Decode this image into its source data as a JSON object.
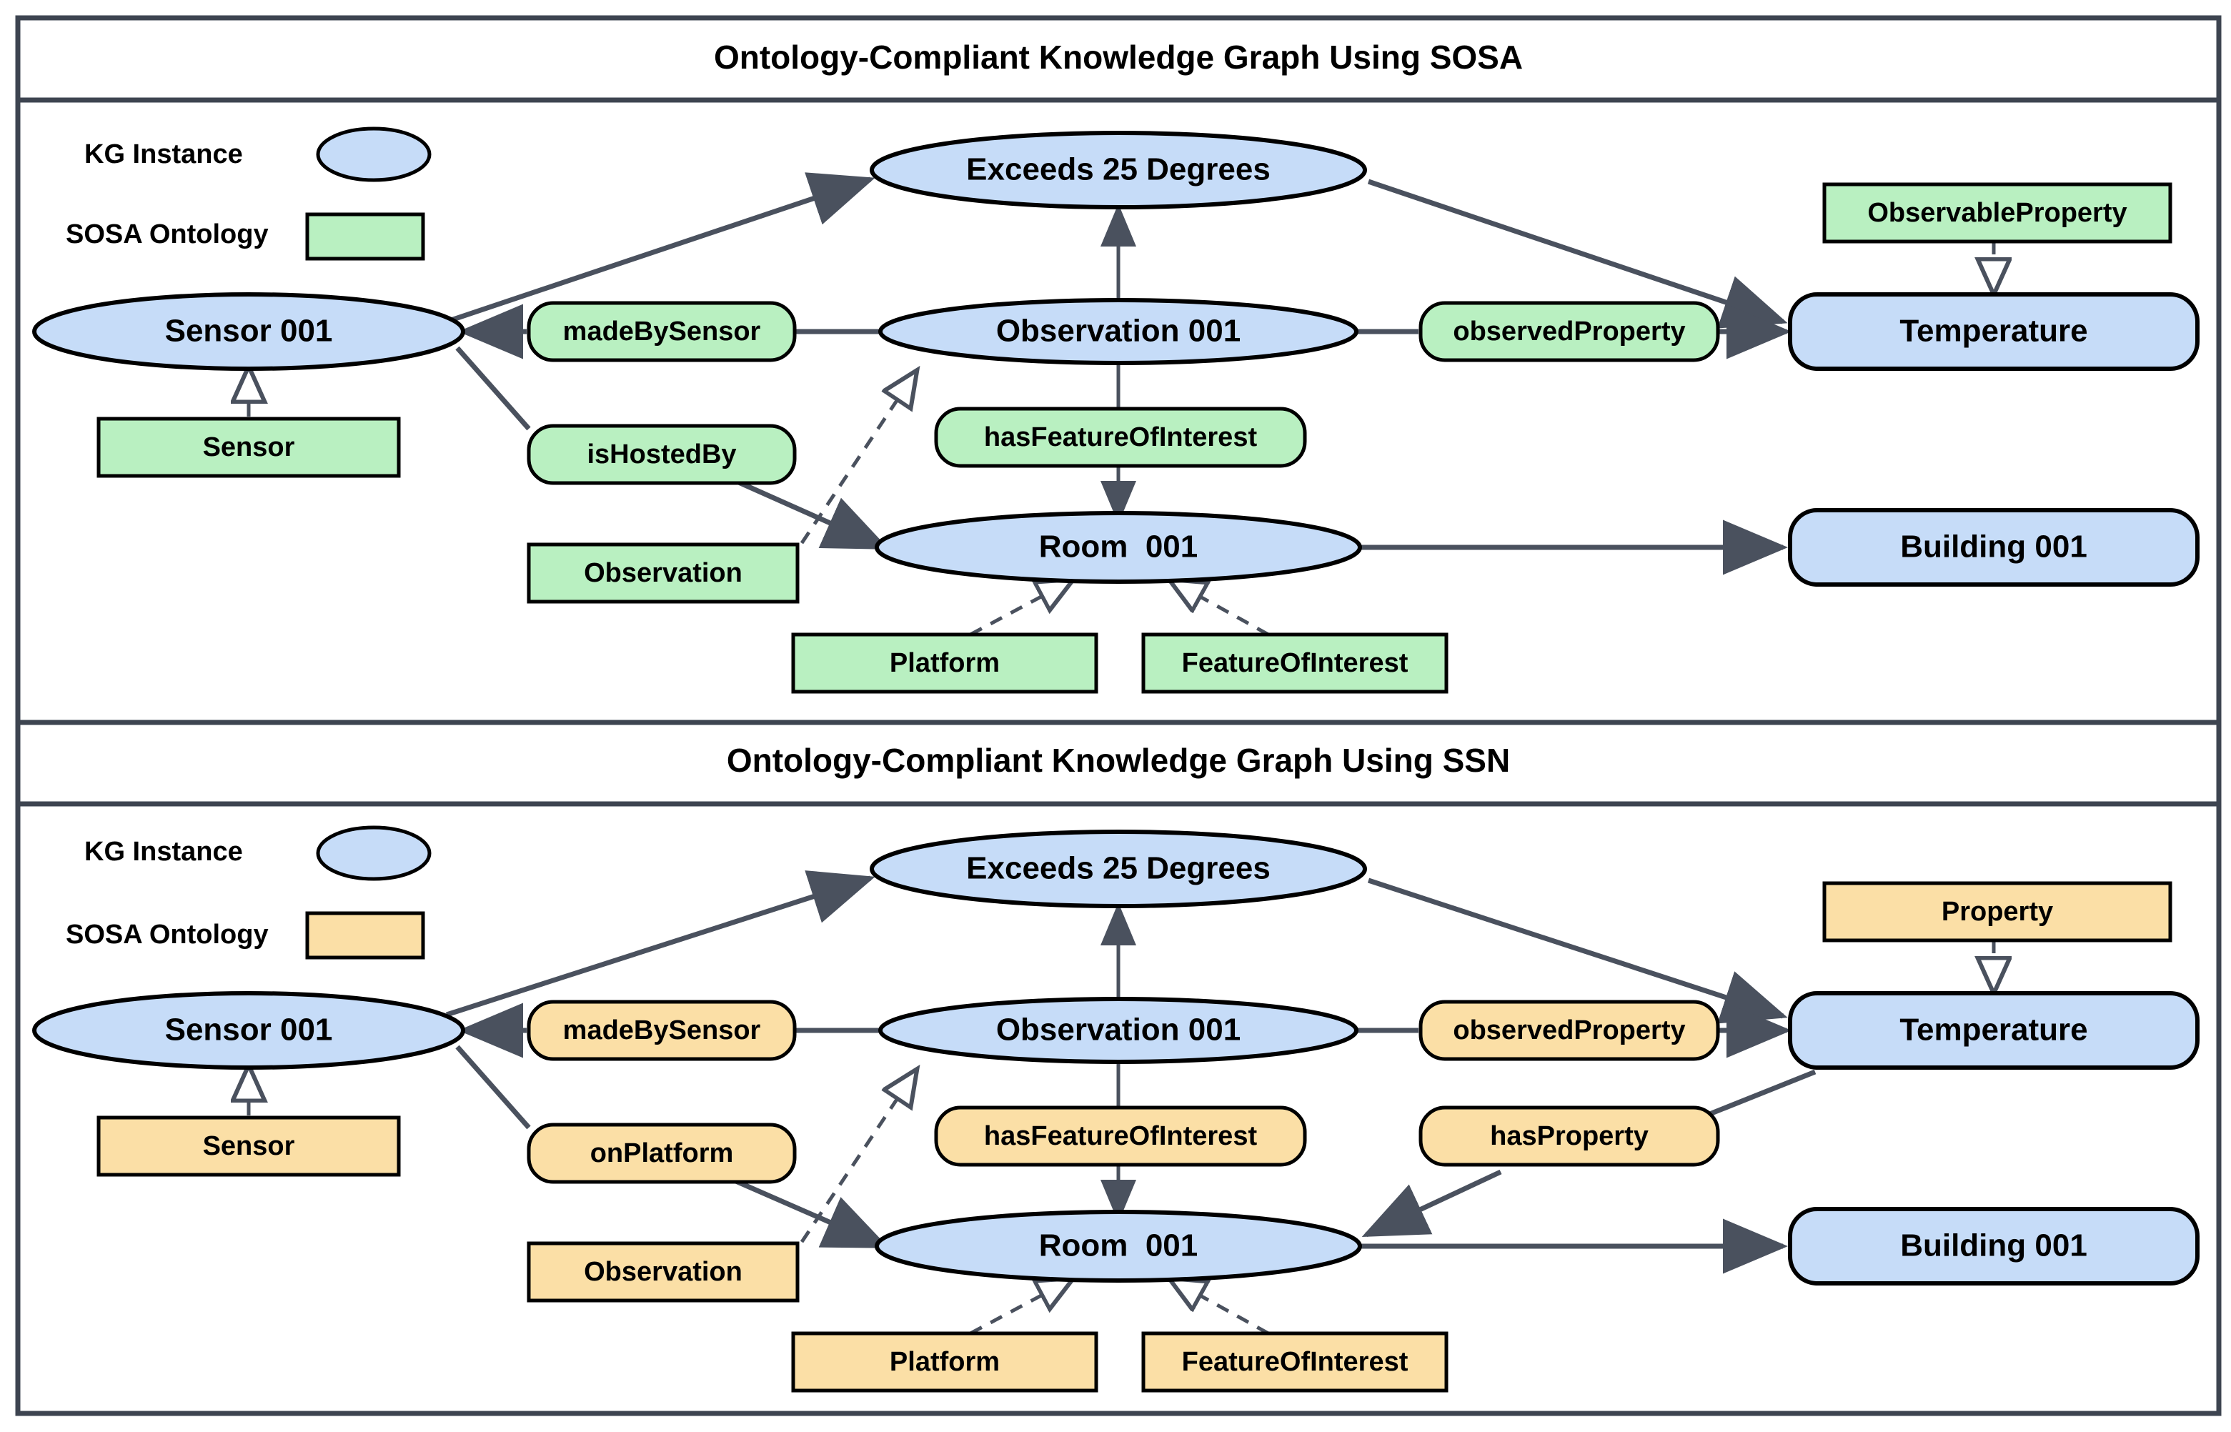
{
  "panels": [
    {
      "id": "sosa",
      "title": "Ontology-Compliant Knowledge Graph Using SOSA",
      "ontology_color": "#b9f0c1",
      "instance_color": "#c6dcf8",
      "legend": [
        {
          "label": "KG Instance",
          "shape": "ellipse",
          "color": "#c6dcf8"
        },
        {
          "label": "SOSA Ontology",
          "shape": "rect",
          "color": "#b9f0c1"
        }
      ],
      "instances": [
        {
          "id": "exceeds",
          "label": "Exceeds 25 Degrees",
          "shape": "ellipse"
        },
        {
          "id": "sensor001",
          "label": "Sensor 001",
          "shape": "ellipse"
        },
        {
          "id": "observation001",
          "label": "Observation 001",
          "shape": "ellipse"
        },
        {
          "id": "room001",
          "label": "Room  001",
          "shape": "ellipse"
        },
        {
          "id": "temperature",
          "label": "Temperature",
          "shape": "roundrect"
        },
        {
          "id": "building001",
          "label": "Building 001",
          "shape": "roundrect"
        }
      ],
      "properties": [
        {
          "id": "madeBySensor",
          "label": "madeBySensor"
        },
        {
          "id": "isHostedBy",
          "label": "isHostedBy"
        },
        {
          "id": "hasFeatureOfInterest",
          "label": "hasFeatureOfInterest"
        },
        {
          "id": "observedProperty",
          "label": "observedProperty"
        }
      ],
      "classes": [
        {
          "id": "c-observableproperty",
          "label": "ObservableProperty"
        },
        {
          "id": "c-sensor",
          "label": "Sensor"
        },
        {
          "id": "c-observation",
          "label": "Observation"
        },
        {
          "id": "c-platform",
          "label": "Platform"
        },
        {
          "id": "c-featureofinterest",
          "label": "FeatureOfInterest"
        }
      ],
      "edges": [
        {
          "from": "sensor001",
          "to": "exceeds",
          "via": null
        },
        {
          "from": "observation001",
          "to": "sensor001",
          "via": "madeBySensor"
        },
        {
          "from": "observation001",
          "to": "exceeds",
          "via": null
        },
        {
          "from": "observation001",
          "to": "temperature",
          "via": "observedProperty"
        },
        {
          "from": "observation001",
          "to": "room001",
          "via": "hasFeatureOfInterest"
        },
        {
          "from": "sensor001",
          "to": "room001",
          "via": "isHostedBy"
        },
        {
          "from": "exceeds",
          "to": "temperature",
          "via": null
        },
        {
          "from": "room001",
          "to": "building001",
          "via": null
        }
      ],
      "typed_by": [
        {
          "instance": "sensor001",
          "class": "c-sensor"
        },
        {
          "instance": "observation001",
          "class": "c-observation"
        },
        {
          "instance": "room001",
          "class": "c-platform"
        },
        {
          "instance": "room001",
          "class": "c-featureofinterest"
        },
        {
          "instance": "temperature",
          "class": "c-observableproperty"
        }
      ]
    },
    {
      "id": "ssn",
      "title": "Ontology-Compliant Knowledge Graph Using SSN",
      "ontology_color": "#fbdfa6",
      "instance_color": "#c6dcf8",
      "legend": [
        {
          "label": "KG Instance",
          "shape": "ellipse",
          "color": "#c6dcf8"
        },
        {
          "label": "SOSA Ontology",
          "shape": "rect",
          "color": "#fbdfa6"
        }
      ],
      "instances": [
        {
          "id": "exceeds",
          "label": "Exceeds 25 Degrees",
          "shape": "ellipse"
        },
        {
          "id": "sensor001",
          "label": "Sensor 001",
          "shape": "ellipse"
        },
        {
          "id": "observation001",
          "label": "Observation 001",
          "shape": "ellipse"
        },
        {
          "id": "room001",
          "label": "Room  001",
          "shape": "ellipse"
        },
        {
          "id": "temperature",
          "label": "Temperature",
          "shape": "roundrect"
        },
        {
          "id": "building001",
          "label": "Building 001",
          "shape": "roundrect"
        }
      ],
      "properties": [
        {
          "id": "madeBySensor",
          "label": "madeBySensor"
        },
        {
          "id": "onPlatform",
          "label": "onPlatform"
        },
        {
          "id": "hasFeatureOfInterest",
          "label": "hasFeatureOfInterest"
        },
        {
          "id": "observedProperty",
          "label": "observedProperty"
        },
        {
          "id": "hasProperty",
          "label": "hasProperty"
        }
      ],
      "classes": [
        {
          "id": "c-property",
          "label": "Property"
        },
        {
          "id": "c-sensor",
          "label": "Sensor"
        },
        {
          "id": "c-observation",
          "label": "Observation"
        },
        {
          "id": "c-platform",
          "label": "Platform"
        },
        {
          "id": "c-featureofinterest",
          "label": "FeatureOfInterest"
        }
      ],
      "edges": [
        {
          "from": "sensor001",
          "to": "exceeds",
          "via": null
        },
        {
          "from": "observation001",
          "to": "sensor001",
          "via": "madeBySensor"
        },
        {
          "from": "observation001",
          "to": "exceeds",
          "via": null
        },
        {
          "from": "observation001",
          "to": "temperature",
          "via": "observedProperty"
        },
        {
          "from": "observation001",
          "to": "room001",
          "via": "hasFeatureOfInterest"
        },
        {
          "from": "sensor001",
          "to": "room001",
          "via": "onPlatform"
        },
        {
          "from": "exceeds",
          "to": "temperature",
          "via": null
        },
        {
          "from": "temperature",
          "to": "room001",
          "via": "hasProperty"
        },
        {
          "from": "room001",
          "to": "building001",
          "via": null
        }
      ],
      "typed_by": [
        {
          "instance": "sensor001",
          "class": "c-sensor"
        },
        {
          "instance": "observation001",
          "class": "c-observation"
        },
        {
          "instance": "room001",
          "class": "c-platform"
        },
        {
          "instance": "room001",
          "class": "c-featureofinterest"
        },
        {
          "instance": "temperature",
          "class": "c-property"
        }
      ]
    }
  ],
  "colors": {
    "frame": "#3d4450",
    "edge": "#4a515e",
    "instance_fill": "#c6dcf8",
    "sosa_fill": "#b9f0c1",
    "ssn_fill": "#fbdfa6",
    "node_stroke": "#000000",
    "background": "#ffffff"
  }
}
